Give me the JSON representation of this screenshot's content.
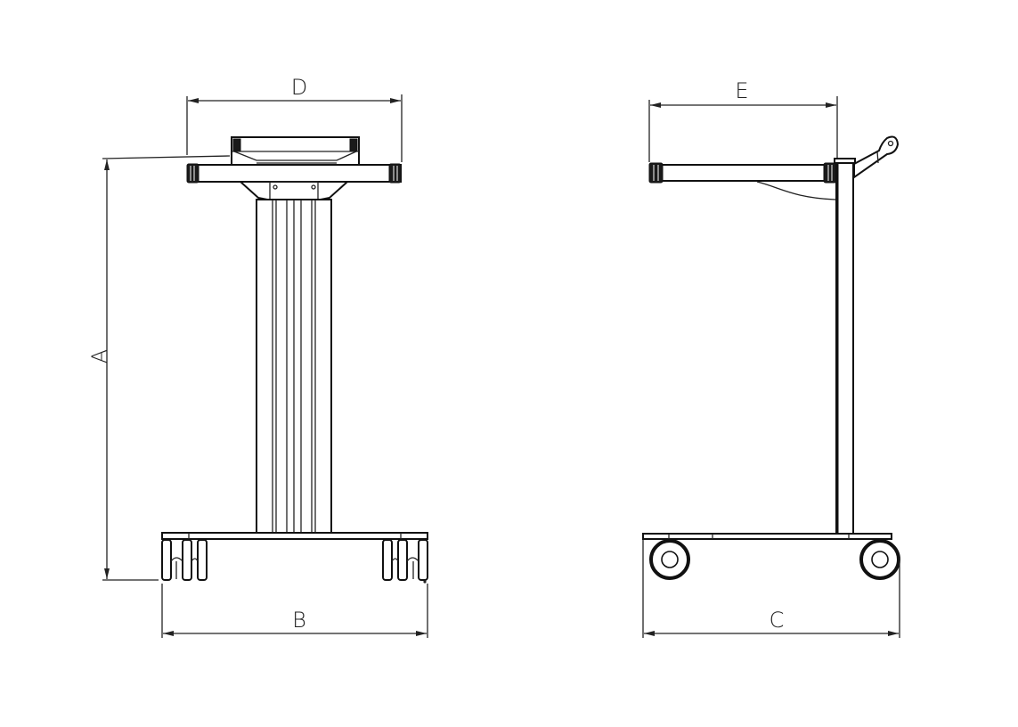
{
  "drawing": {
    "dimensions": {
      "height_label": "A",
      "front_width_label": "B",
      "side_depth_label": "C",
      "front_top_width_label": "D",
      "side_top_depth_label": "E"
    },
    "colors": {
      "line": "#222222",
      "background": "#ffffff"
    }
  }
}
